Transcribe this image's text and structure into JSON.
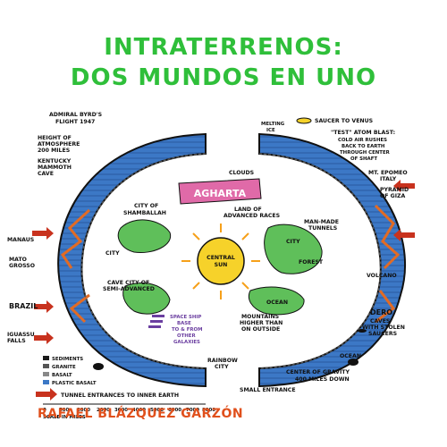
{
  "title": {
    "line1": "INTRATERRENOS:",
    "line2": "DOS MUNDOS EN UNO"
  },
  "author": "RAFAEL BLÁZQUEZ GARZÓN",
  "colors": {
    "title_green": "#2fbf3a",
    "author_orange": "#e0501c",
    "crust_blue": "#3c78c6",
    "lava_orange": "#e26b24",
    "land_green": "#5fbf5a",
    "sun_yellow": "#f6d22a",
    "agharta_pink": "#e06aa8"
  },
  "diagram": {
    "labels": {
      "admiral_byrd_1": "ADMIRAL BYRD'S",
      "admiral_byrd_2": "FLIGHT 1947",
      "height_1": "HEIGHT OF",
      "height_2": "ATMOSPHERE",
      "height_3": "200 MILES",
      "kentucky_1": "KENTUCKY",
      "kentucky_2": "MAMMOTH",
      "kentucky_3": "CAVE",
      "melting": "MELTING",
      "ice": "ICE",
      "saucer_venus": "SAUCER TO VENUS",
      "atom_blast_1": "\"TEST\" ATOM BLAST:",
      "atom_blast_2": "COLD AIR RUSHES",
      "atom_blast_3": "BACK TO EARTH",
      "atom_blast_4": "THROUGH CENTER",
      "atom_blast_5": "OF SHAFT",
      "epomeo_1": "MT. EPOMEO",
      "epomeo_2": "ITALY",
      "giza_1": "PYRAMID",
      "giza_2": "OF GIZA",
      "clouds": "CLOUDS",
      "agharta": "AGHARTA",
      "land_1": "LAND OF",
      "land_2": "ADVANCED RACES",
      "shamballah_1": "CITY OF",
      "shamballah_2": "SHAMBALLAH",
      "manmade_1": "MAN-MADE",
      "manmade_2": "TUNNELS",
      "city_left": "CITY",
      "city_right": "CITY",
      "central_1": "CENTRAL",
      "central_2": "SUN",
      "forest": "FOREST",
      "volcano": "VOLCANO",
      "cave_city_1": "CAVE CITY OF",
      "cave_city_2": "SEMI-ADVANCED",
      "ocean_inner": "OCEAN",
      "manaus": "MANAUS",
      "mato_1": "MATO",
      "mato_2": "GROSSO",
      "brazil": "BRAZIL",
      "iguassu_1": "IGUASSU",
      "iguassu_2": "FALLS",
      "space_ship_1": "SPACE SHIP",
      "space_ship_2": "BASE",
      "space_ship_3": "TO & FROM",
      "space_ship_4": "OTHER",
      "space_ship_5": "GALAXIES",
      "mountains_1": "MOUNTAINS",
      "mountains_2": "HIGHER THAN",
      "mountains_3": "ON OUTSIDE",
      "dero_1": "DERO",
      "dero_2": "CAVES",
      "dero_3": "WITH STOLEN",
      "dero_4": "SAUCERS",
      "ocean_outer": "OCEAN",
      "rainbow_1": "RAINBOW",
      "rainbow_2": "CITY",
      "gravity_1": "CENTER OF GRAVITY",
      "gravity_2": "400 MILES DOWN",
      "small_entrance": "SMALL ENTRANCE",
      "tunnel_entrances": "TUNNEL ENTRANCES TO INNER EARTH"
    },
    "legend": [
      {
        "label": "SEDIMENTS",
        "color": "#1a1a1a"
      },
      {
        "label": "GRANITE",
        "color": "#555555"
      },
      {
        "label": "BASALT",
        "color": "#888888"
      },
      {
        "label": "PLASTIC BASALT",
        "color": "#3c78c6"
      }
    ],
    "scale": {
      "ticks": [
        "0",
        "500",
        "1000",
        "2000",
        "3000",
        "4000",
        "5000",
        "6000",
        "7000",
        "8000"
      ],
      "label": "SCALE IN MILES"
    }
  }
}
